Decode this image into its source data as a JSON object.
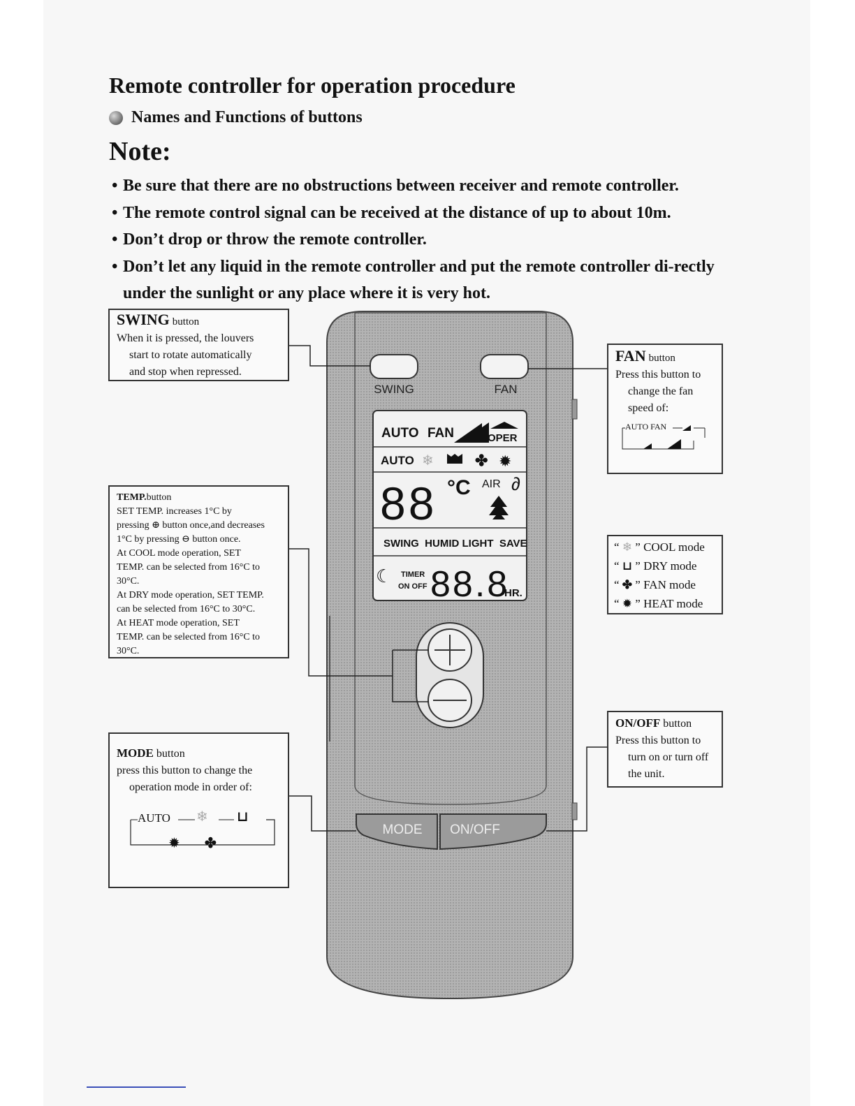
{
  "heading": "Remote controller for operation procedure",
  "subheading": "Names and Functions of buttons",
  "note_title": "Note:",
  "notes": [
    "Be sure that there are no obstructions between receiver and remote controller.",
    "The remote control signal can be received at the distance of up to about 10m.",
    "Don’t drop or throw the remote controller.",
    "Don’t let any liquid in the remote controller and put the remote controller di-rectly under the sunlight or any place where it is very hot."
  ],
  "swing_callout": {
    "title": "SWING",
    "suffix": "button",
    "line1": "When it is pressed, the louvers",
    "line2": "start to rotate automatically",
    "line3": "and stop when repressed."
  },
  "fan_callout": {
    "title": "FAN",
    "suffix": "button",
    "line1": "Press this button to",
    "line2": "change the fan",
    "line3": "speed of:",
    "seq": "AUTO FAN"
  },
  "temp_callout": {
    "title": "TEMP.",
    "suffix": "button",
    "lines": [
      "SET TEMP. increases 1°C by",
      "pressing ⊕ button once,and decreases",
      "1°C by pressing ⊖ button once.",
      "At COOL mode operation, SET",
      "TEMP. can be selected from 16°C to",
      "30°C.",
      "At DRY mode operation, SET TEMP.",
      "can be selected from 16°C to 30°C.",
      "At HEAT mode operation, SET",
      "TEMP. can be selected from 16°C to",
      "30°C."
    ]
  },
  "modes_legend": [
    {
      "icon": "snowflake-icon",
      "label": "COOL mode"
    },
    {
      "icon": "dry-icon",
      "label": "DRY mode"
    },
    {
      "icon": "fan-icon",
      "label": "FAN mode"
    },
    {
      "icon": "sun-icon",
      "label": "HEAT mode"
    }
  ],
  "mode_callout": {
    "title": "MODE",
    "suffix": "button",
    "line1": "press this button to change the",
    "line2": "operation mode in order of:",
    "seq_start": "AUTO"
  },
  "onoff_callout": {
    "title": "ON/OFF",
    "suffix": "button",
    "line1": "Press this button to",
    "line2": "turn on or turn off",
    "line3": "the unit."
  },
  "remote": {
    "swing_label": "SWING",
    "fan_label": "FAN",
    "mode_label": "MODE",
    "onoff_label": "ON/OFF",
    "lcd": {
      "row1_auto": "AUTO",
      "row1_fan": "FAN",
      "row1_oper": "OPER",
      "row2_auto": "AUTO",
      "temp_digits": "88",
      "temp_unit": "°C",
      "air": "AIR",
      "row4": "SWING  HUMID LIGHT  SAVE",
      "timer": "TIMER",
      "onoff": "ON OFF",
      "timer_digits": "88.8",
      "hr": "HR."
    }
  },
  "colors": {
    "remote_body": "#a9a9a9",
    "lcd": "#f2f2f2",
    "button": "#f4f4f4"
  }
}
